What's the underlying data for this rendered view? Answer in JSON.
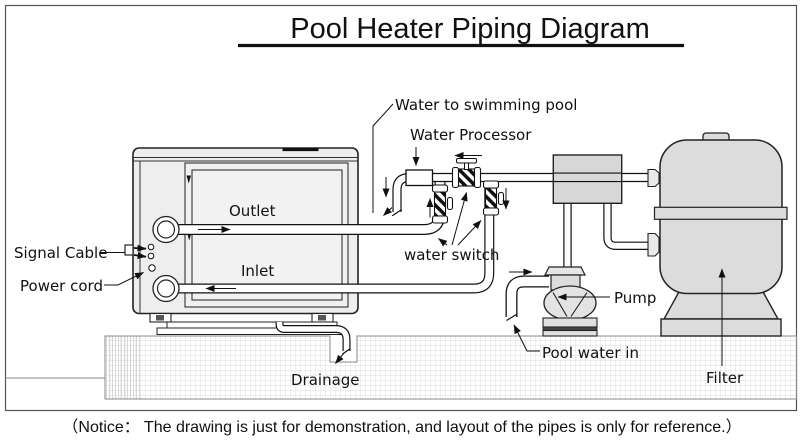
{
  "title": "Pool Heater Piping Diagram",
  "notice": "（Notice： The drawing is just for demonstration, and layout of the pipes is only for reference.）",
  "labels": {
    "signal_cable": "Signal Cable",
    "power_cord": "Power cord",
    "outlet": "Outlet",
    "inlet": "Inlet",
    "water_to_pool": "Water to swimming pool",
    "water_processor": "Water Processor",
    "water_switch": "water switch",
    "pump": "Pump",
    "pool_water_in": "Pool water in",
    "filter": "Filter",
    "drainage": "Drainage"
  },
  "colors": {
    "line": "#111111",
    "heater_fill": "#eeeeee",
    "panel_fill": "#f2f2f2",
    "tank_fill": "#dcdcdc",
    "valve_box_fill": "#d7d7d7",
    "pump_fill": "#e3e3e3",
    "grid": "#d4d4d4"
  }
}
